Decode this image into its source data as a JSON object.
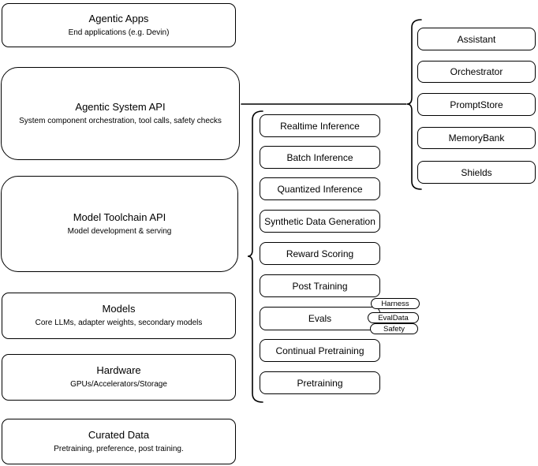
{
  "diagram": {
    "left_column": {
      "layers": [
        {
          "title": "Agentic Apps",
          "subtitle": "End applications (e.g. Devin)"
        },
        {
          "title": "Agentic System API",
          "subtitle": "System component orchestration, tool calls, safety checks"
        },
        {
          "title": "Model Toolchain API",
          "subtitle": "Model development & serving"
        },
        {
          "title": "Models",
          "subtitle": "Core LLMs, adapter weights, secondary models"
        },
        {
          "title": "Hardware",
          "subtitle": "GPUs/Accelerators/Storage"
        },
        {
          "title": "Curated Data",
          "subtitle": "Pretraining, preference, post training."
        }
      ]
    },
    "toolchain_api_components": [
      "Realtime Inference",
      "Batch Inference",
      "Quantized Inference",
      "Synthetic Data Generation",
      "Reward Scoring",
      "Post Training",
      "Evals",
      "Continual Pretraining",
      "Pretraining"
    ],
    "evals_tags": [
      "Harness",
      "EvalData",
      "Safety"
    ],
    "system_api_components": [
      "Assistant",
      "Orchestrator",
      "PromptStore",
      "MemoryBank",
      "Shields"
    ],
    "colors": {
      "stroke": "#000000",
      "fill": "#ffffff",
      "background": "#ffffff"
    }
  }
}
